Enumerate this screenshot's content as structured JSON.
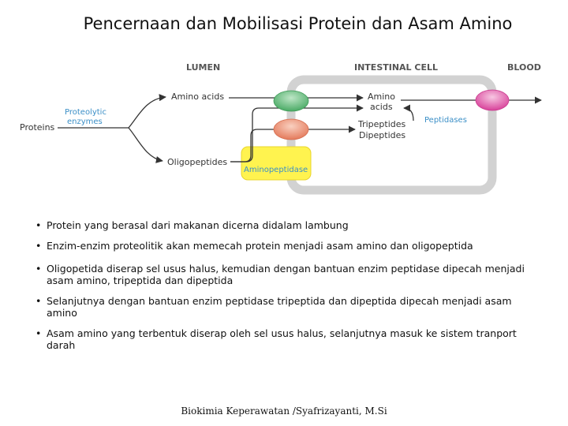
{
  "page": {
    "title": "Pencernaan dan Mobilisasi Protein dan Asam Amino",
    "footer": "Biokimia Keperawatan /Syafrizayanti, M.Si"
  },
  "diagram": {
    "headers": {
      "lumen": "LUMEN",
      "cell": "INTESTINAL CELL",
      "blood": "BLOOD"
    },
    "labels": {
      "proteins": "Proteins",
      "proteolytic_1": "Proteolytic",
      "proteolytic_2": "enzymes",
      "amino_acids": "Amino acids",
      "oligopeptides": "Oligopeptides",
      "amino_cell_1": "Amino",
      "amino_cell_2": "acids",
      "tripeptides": "Tripeptides",
      "dipeptides": "Dipeptides",
      "peptidases": "Peptidases",
      "aminopeptidase": "Aminopeptidase"
    },
    "colors": {
      "header_text": "#555555",
      "blue_text": "#3b8fc7",
      "cell_border": "#d2d2d2",
      "aminopeptidase_box": "#fff34f",
      "green_transporter": "#5cbd77",
      "salmon_transporter": "#ef9274",
      "pink_transporter": "#e65ba7"
    }
  },
  "bullets": [
    {
      "lines": [
        "Protein yang berasal dari makanan dicerna didalam lambung"
      ]
    },
    {
      "lines": [
        "Enzim-enzim proteolitik akan memecah protein menjadi asam amino dan oligopeptida"
      ]
    },
    {
      "lines": [
        "Oligopetida diserap sel usus halus, kemudian dengan bantuan enzim peptidase dipecah menjadi",
        "asam amino, tripeptida dan dipeptida"
      ]
    },
    {
      "lines": [
        "Selanjutnya dengan bantuan enzim peptidase tripeptida dan dipeptida dipecah menjadi asam",
        "amino"
      ]
    },
    {
      "lines": [
        "Asam amino yang terbentuk diserap oleh sel usus halus, selanjutnya masuk ke sistem tranport",
        "darah"
      ]
    }
  ]
}
